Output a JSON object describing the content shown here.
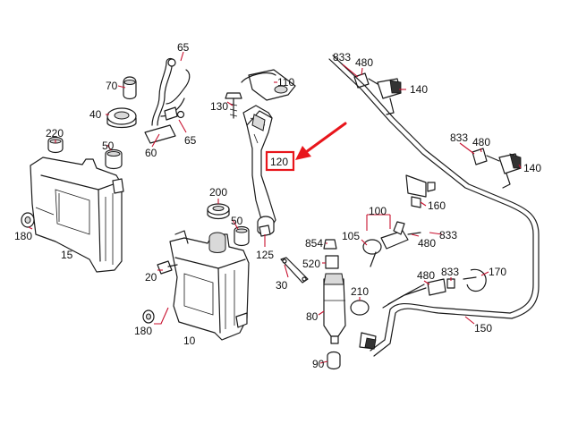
{
  "diagram": {
    "highlighted_part": "120",
    "highlight_color": "#e8151b",
    "leader_color": "#c8102e",
    "labels": {
      "p65a": "65",
      "p110": "110",
      "p833a": "833",
      "p480a": "480",
      "p70": "70",
      "p140a": "140",
      "p40": "40",
      "p130": "130",
      "p65b": "65",
      "p220": "220",
      "p50a": "50",
      "p60": "60",
      "p120": "120",
      "p833b": "833",
      "p480b": "480",
      "p140b": "140",
      "p200": "200",
      "p160": "160",
      "p100": "100",
      "p180a": "180",
      "p50b": "50",
      "p854": "854",
      "p105": "105",
      "p480c": "480",
      "p833c": "833",
      "p15": "15",
      "p125": "125",
      "p520": "520",
      "p20": "20",
      "p30": "30",
      "p480d": "480",
      "p833d": "833",
      "p170": "170",
      "p210": "210",
      "p80": "80",
      "p180b": "180",
      "p10": "10",
      "p150": "150",
      "p90": "90"
    }
  }
}
